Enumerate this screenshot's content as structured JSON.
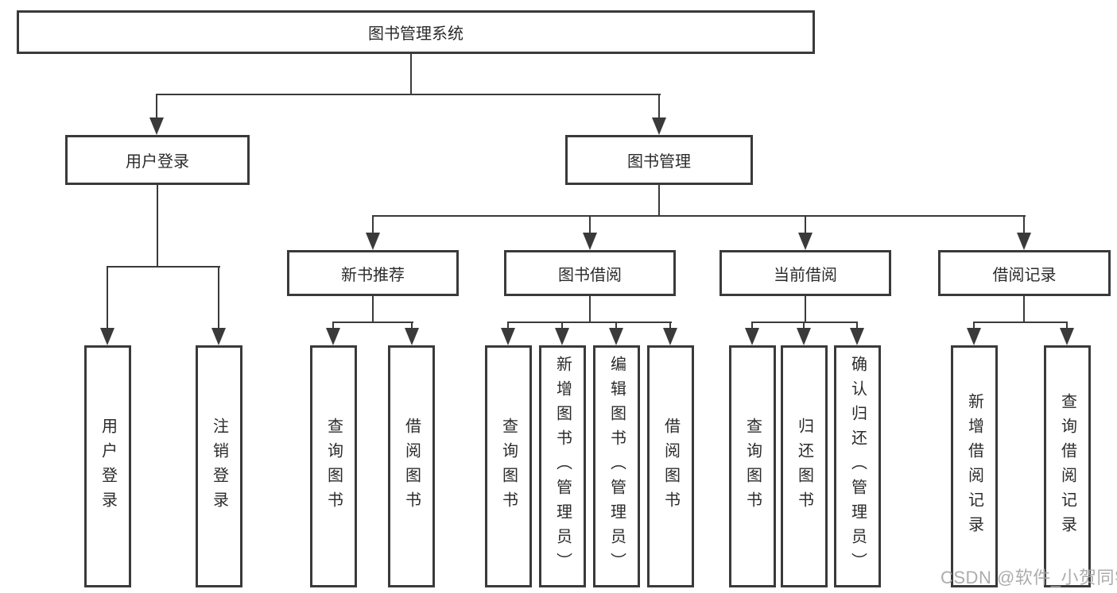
{
  "tree": {
    "root": "图书管理系统",
    "branches": [
      {
        "label": "用户登录",
        "leaves": [
          "用户登录",
          "注销登录"
        ]
      },
      {
        "label": "图书管理",
        "groups": [
          {
            "label": "新书推荐",
            "leaves": [
              "查询图书",
              "借阅图书"
            ]
          },
          {
            "label": "图书借阅",
            "leaves": [
              "查询图书",
              "新增图书（管理员）",
              "编辑图书（管理员）",
              "借阅图书"
            ]
          },
          {
            "label": "当前借阅",
            "leaves": [
              "查询图书",
              "归还图书",
              "确认归还（管理员）"
            ]
          },
          {
            "label": "借阅记录",
            "leaves": [
              "新增借阅记录",
              "查询借阅记录"
            ]
          }
        ]
      }
    ]
  },
  "watermark": "CSDN @软件_小贺同学",
  "colors": {
    "line": "#3a3a3a",
    "text": "#2b2b2b",
    "watermark": "#a6a6a6",
    "background": "#ffffff"
  }
}
